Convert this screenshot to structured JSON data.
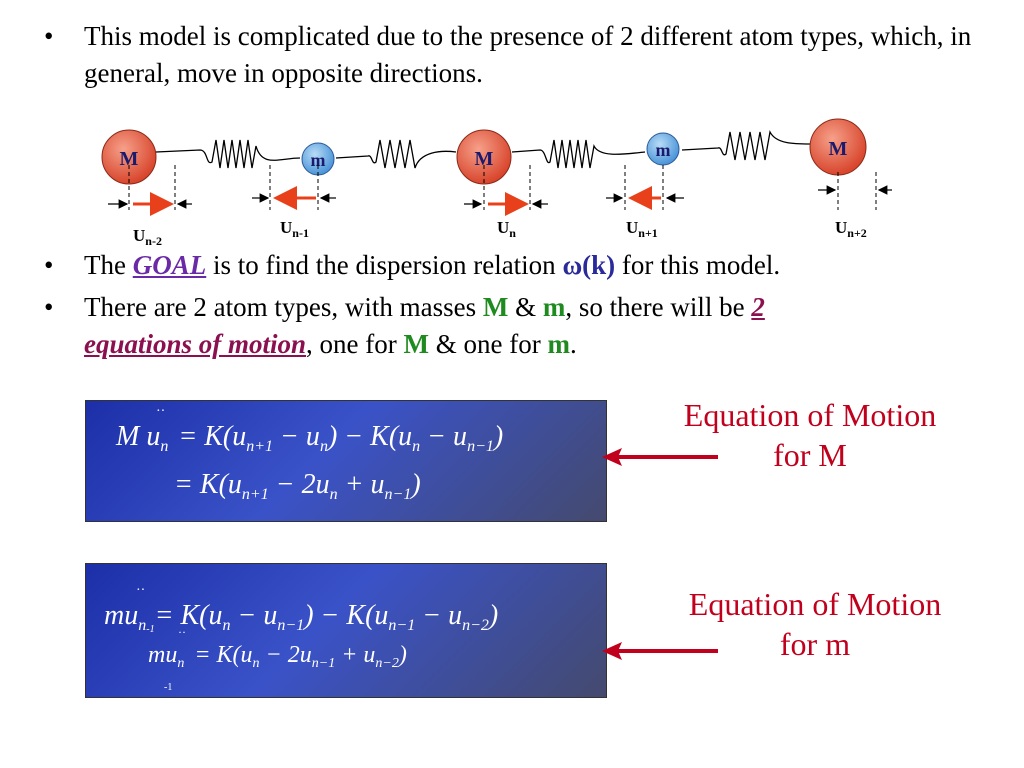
{
  "bullets": {
    "b1": "This model is complicated due to the presence of 2 different  atom types, which, in general, move in opposite directions.",
    "b2": {
      "pre": "The ",
      "goal": "GOAL",
      "mid": " is to find the dispersion relation ",
      "omega": "ω(k)",
      "post": " for this model."
    },
    "b3": {
      "pre": "There are 2 atom types, with masses ",
      "M1": "M",
      "amp1": " & ",
      "m1": "m",
      "mid": ", so there will be ",
      "eq_num": "2",
      "eq_text": "equations of motion",
      "post1": ", one for ",
      "M2": "M",
      "amp2": " & one for ",
      "m2": "m",
      "period": "."
    },
    "dot": "•"
  },
  "chain": {
    "atoms": [
      "M",
      "m",
      "M",
      "m",
      "M"
    ],
    "displacements": [
      {
        "base": "U",
        "sub": "n-2"
      },
      {
        "base": "U",
        "sub": "n-1"
      },
      {
        "base": "U",
        "sub": "n"
      },
      {
        "base": "U",
        "sub": "n+1"
      },
      {
        "base": "U",
        "sub": "n+2"
      }
    ]
  },
  "equations": {
    "M": {
      "line1": {
        "lhs": "M u",
        "lhs_sub": "n",
        "rhs": "= K(u",
        "s1": "n+1",
        "r2": " − u",
        "s2": "n",
        "r3": ") − K(u",
        "s3": "n",
        "r4": " − u",
        "s4": "n−1",
        "r5": ")",
        "ddot": "··"
      },
      "line2": {
        "rhs": "= K(u",
        "s1": "n+1",
        "r2": " − 2u",
        "s2": "n",
        "r3": " + u",
        "s3": "n−1",
        "r4": ")"
      }
    },
    "m": {
      "line1": {
        "lhs": "mu",
        "lhs_sub": "n",
        "stray_sub": "-1",
        "rhs": "= K(u",
        "s1": "n",
        "r2": " − u",
        "s2": "n−1",
        "r3": ") − K(u",
        "s3": "n−1",
        "r4": " − u",
        "s4": "n−2",
        "r5": ")",
        "ddot": "··"
      },
      "line2": {
        "lhs": "mu",
        "lhs_sub": "n",
        "rhs": "= K(u",
        "s1": "n",
        "r2": " − 2u",
        "s2": "n−1",
        "r3": " + u",
        "s3": "n−2",
        "r4": ")",
        "ddot": "··"
      },
      "stray_bottom": "-1"
    }
  },
  "labels": {
    "M": {
      "line1": "Equation of Motion",
      "line2": "for M"
    },
    "m": {
      "line1": "Equation of Motion",
      "line2": "for m"
    }
  },
  "colors": {
    "atom_fill": "#e8604a",
    "arrow_red": "#e8401a",
    "label_red": "#c0001c",
    "mass_green": "#1f8a1f",
    "goal_purple": "#6a2aa8",
    "eq_underline": "#8b1050"
  }
}
